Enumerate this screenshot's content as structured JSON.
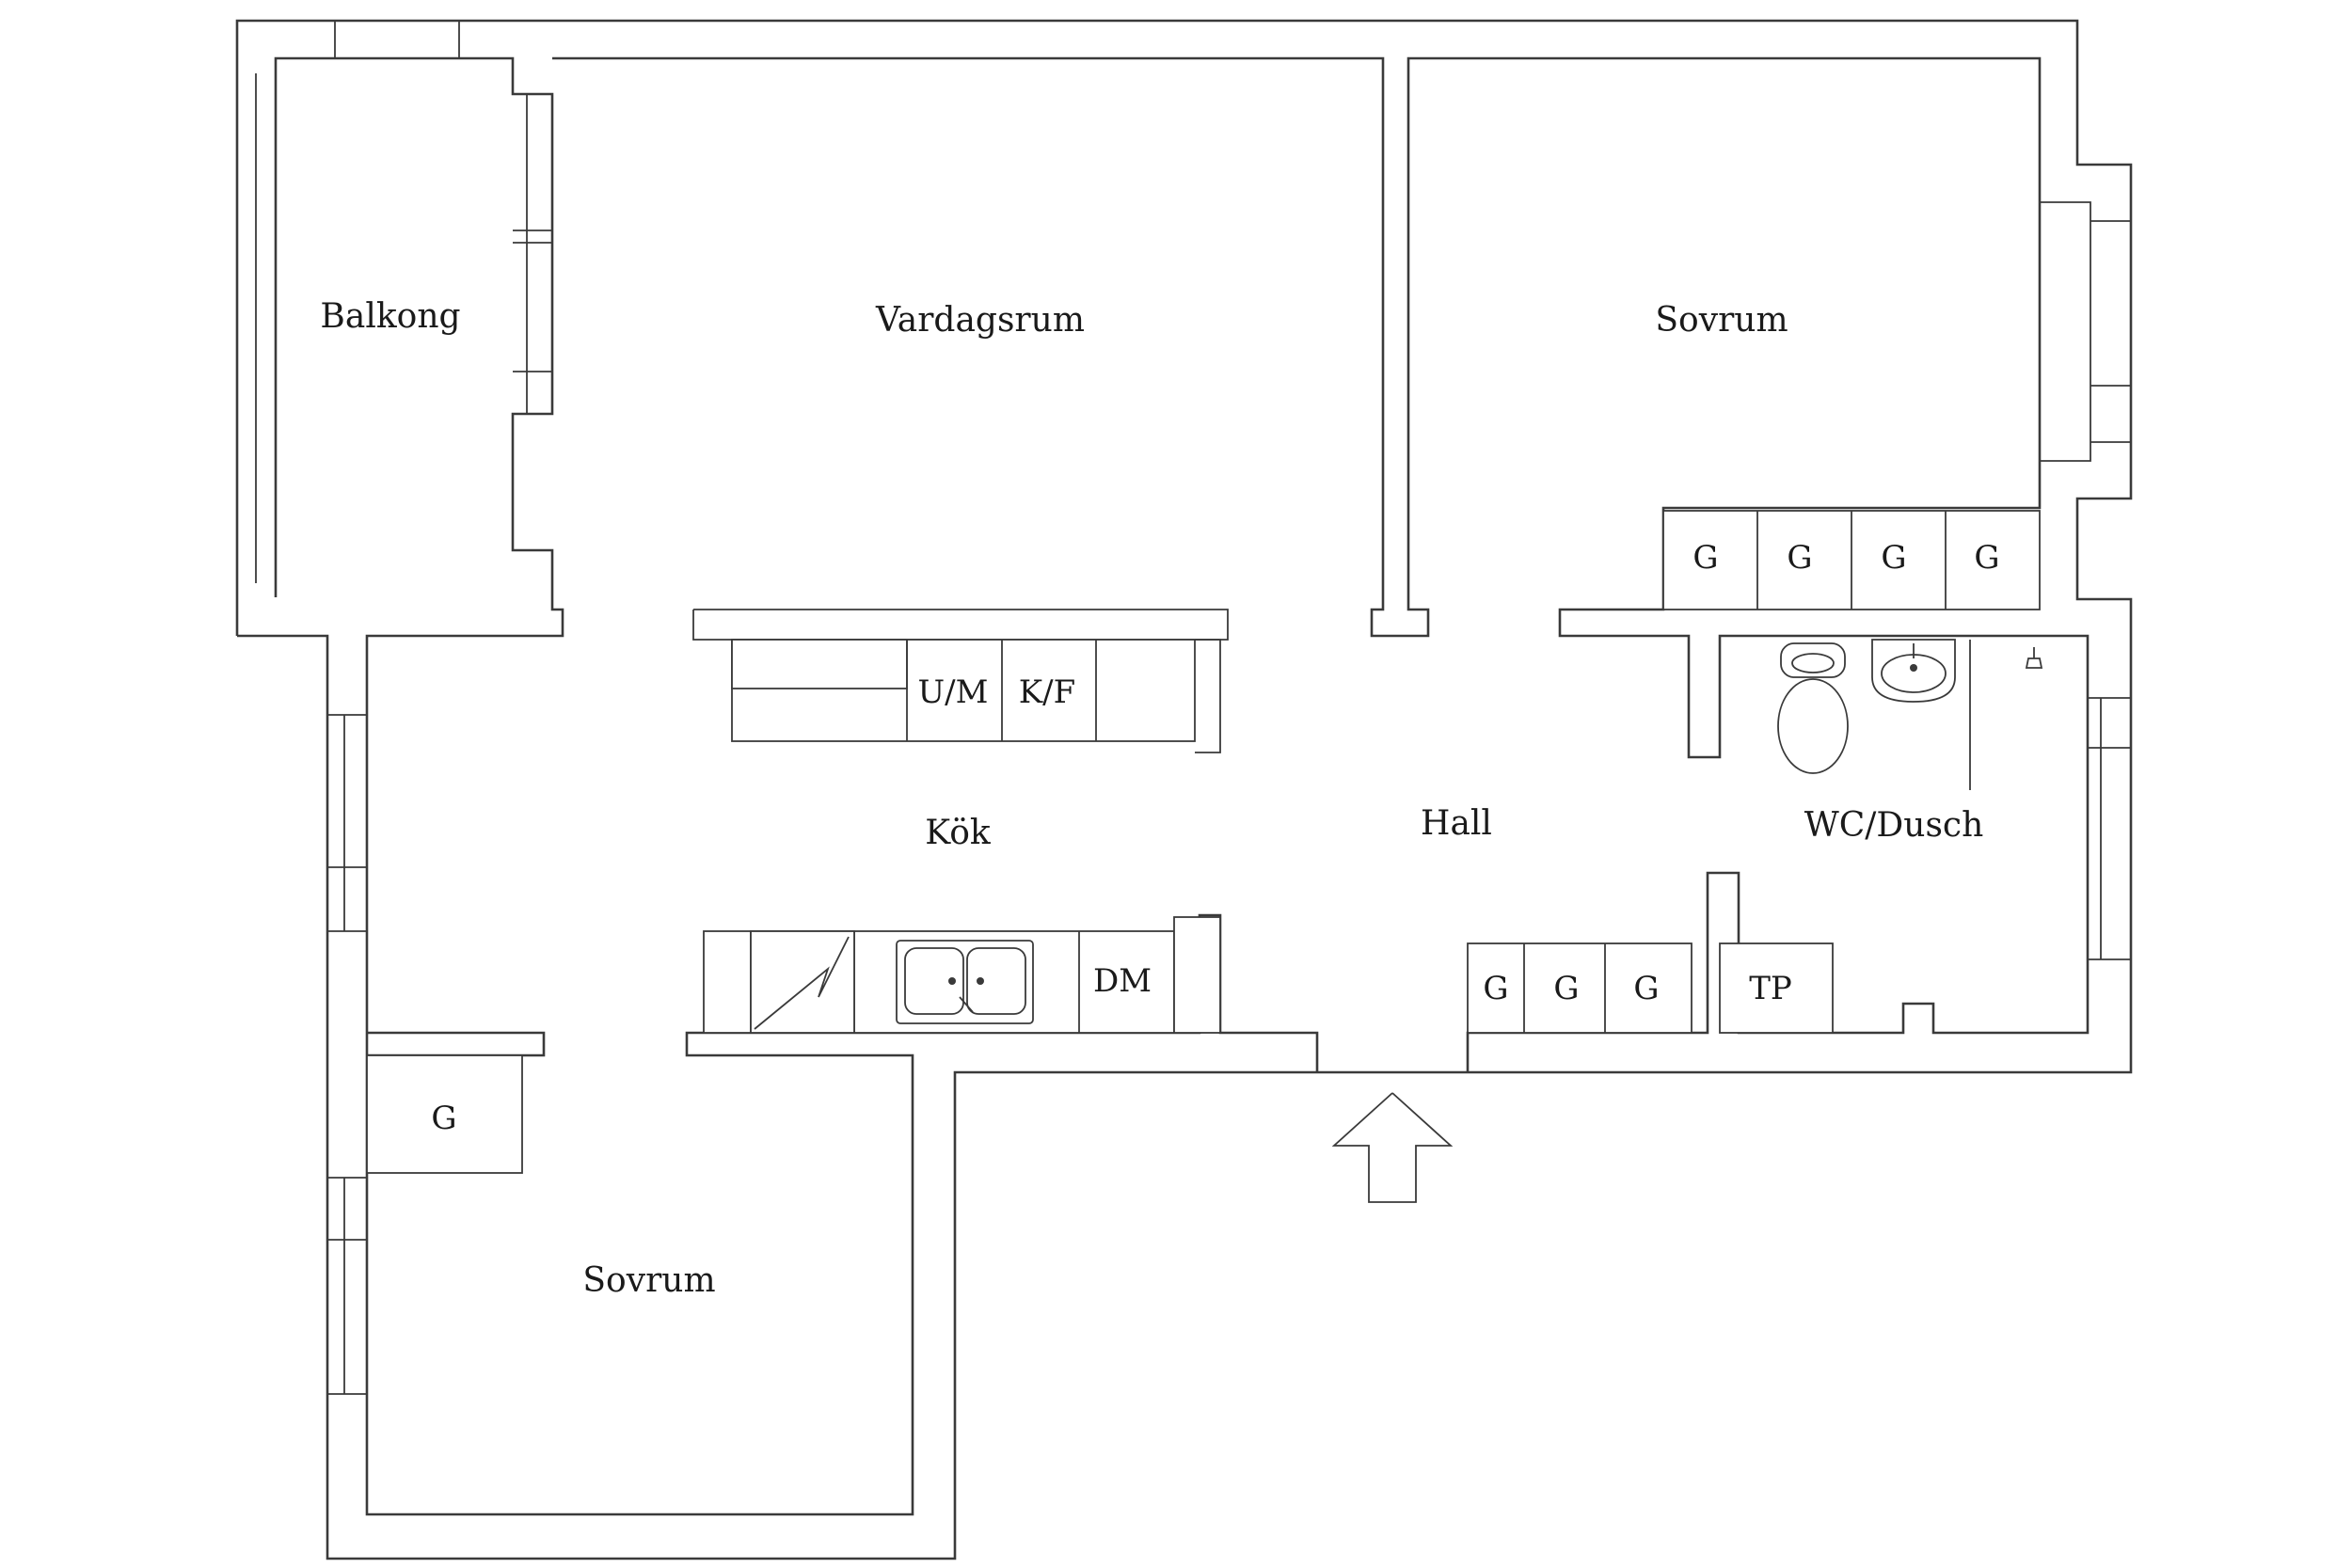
{
  "rooms": {
    "balkong": "Balkong",
    "vardagsrum": "Vardagsrum",
    "sovrum_1": "Sovrum",
    "kok": "Kök",
    "hall": "Hall",
    "wc": "WC/Dusch",
    "sovrum_2": "Sovrum"
  },
  "fixtures": {
    "um": "U/M",
    "kf": "K/F",
    "dm": "DM",
    "tp": "TP",
    "g": "G"
  },
  "icons": [
    "entrance-arrow-icon",
    "toilet-icon",
    "washbasin-icon",
    "sink-icon",
    "stove-icon",
    "shower-icon"
  ],
  "colors": {
    "line": "#3a3a3a",
    "background": "#ffffff"
  }
}
